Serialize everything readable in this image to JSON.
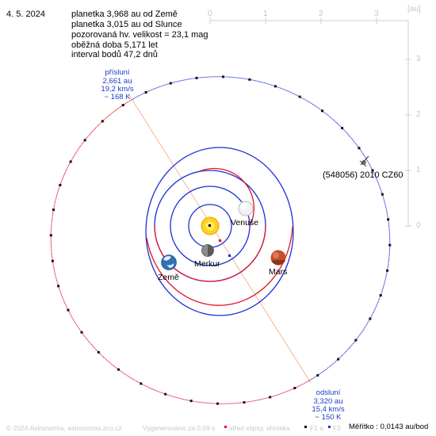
{
  "header": {
    "date": "4. 5. 2024",
    "info_lines": [
      "planetka 3,968 au od Země",
      "planetka 3,015 au od Slunce",
      "pozorovaná hv. velikost = 23,1 mag",
      "oběžná doba 5,171 let",
      "interval bodů 47,2 dnů"
    ]
  },
  "perihelion": {
    "title": "přísluní",
    "distance": "2,661 au",
    "speed": "19,2 km/s",
    "temperature": "~ 168 K"
  },
  "aphelion": {
    "title": "odsluní",
    "distance": "3,320 au",
    "speed": "15,4 km/s",
    "temperature": "~ 150 K"
  },
  "asteroid": {
    "label": "(548056) 2010 CZ60"
  },
  "planets": {
    "earth": "Země",
    "venus": "Venuše",
    "mercury": "Merkur",
    "mars": "Mars"
  },
  "axes": {
    "unit": "[au]",
    "x_ticks": [
      "0",
      "1",
      "2",
      "3"
    ],
    "y_ticks": [
      "3",
      "2",
      "1",
      "0"
    ]
  },
  "footer": {
    "copyright": "© 2024 Astronomia, astronomia.zcu.cz",
    "generated": "Vygenerováno za 0,09 s",
    "legend_center": "střed elipsy, ohniska",
    "legend_f1": "F1 a",
    "legend_f2": "F2",
    "scale": "Měřítko : 0,0143 au/bod"
  },
  "colors": {
    "orbit_blue": "#1c2fd6",
    "orbit_red": "#e0142a",
    "apsides_line": "#f4a37a",
    "grid_text": "#c7c7c7"
  }
}
